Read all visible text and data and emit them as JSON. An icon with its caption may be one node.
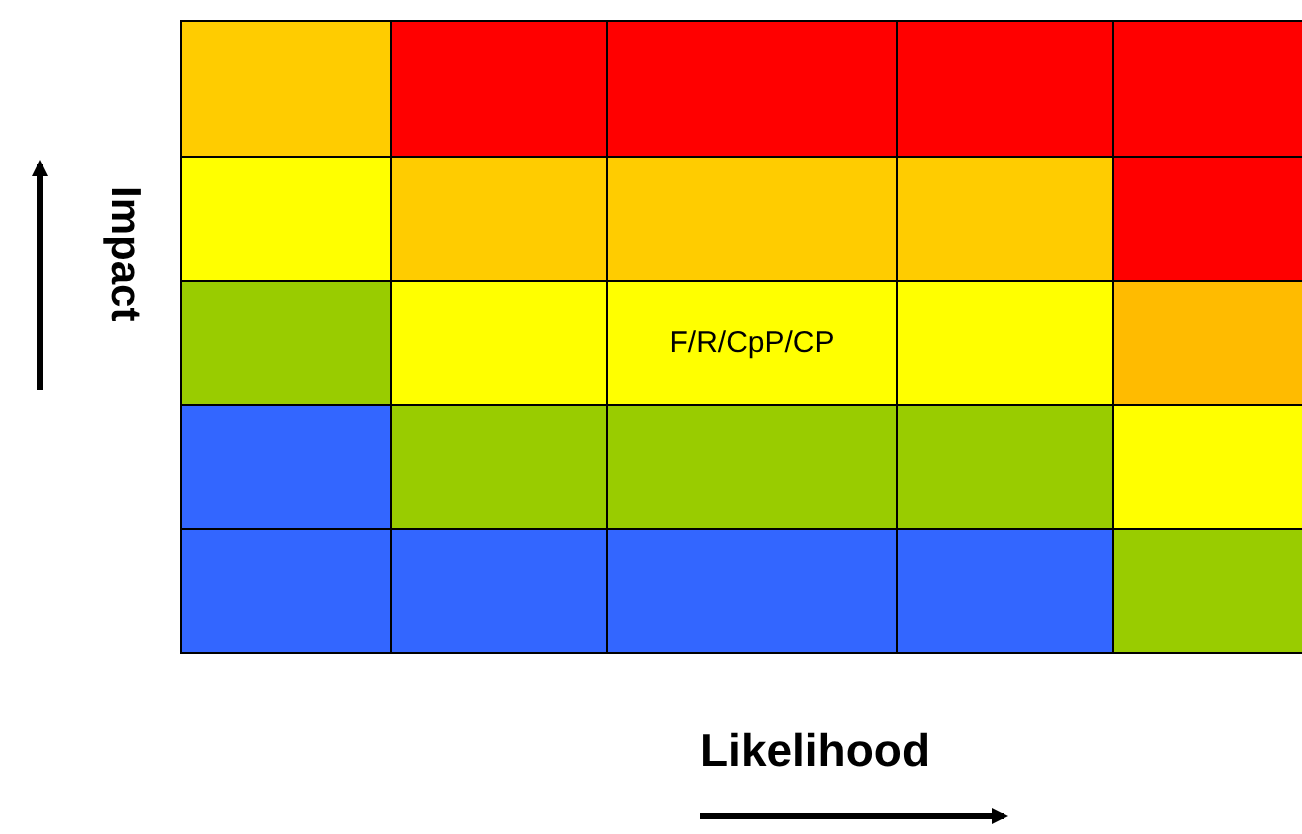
{
  "diagram": {
    "labels": [
      "Impact",
      "F/R/CpP/CP",
      "Likelihood"
    ]
  }
}
